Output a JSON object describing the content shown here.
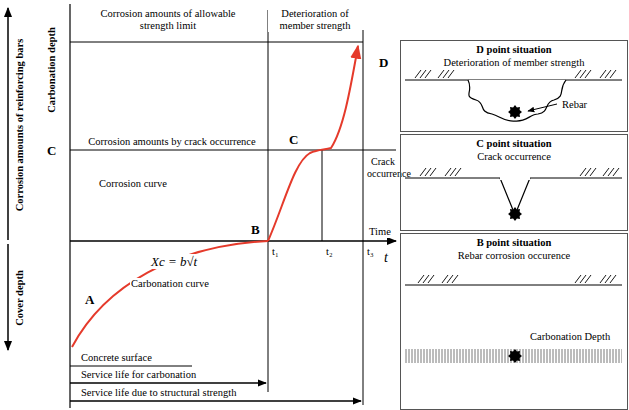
{
  "diagram": {
    "nodes": [
      {
        "text": [
          "D point situation",
          "Deterioration of member strength",
          "Rebar"
        ]
      },
      {
        "text": [
          "C point situation",
          "Crack occurrence"
        ]
      },
      {
        "text": [
          "B point situation",
          "Rebar corrosion occurence",
          "Carbonation Depth"
        ]
      }
    ],
    "labels": [
      "Corrosion amounts of reinforcing bars",
      "Carbonation depth",
      "Cover depth",
      "Corrosion amounts of allowable strength limit",
      "Deterioration of member strength",
      "D",
      "Corrosion amounts by crack occurrence",
      "C",
      "C",
      "Crack occurrence",
      "Corrosion curve",
      "B",
      "Time",
      "t₁",
      "t₂",
      "t₃",
      "t",
      "Xc = b√t",
      "A",
      "Carbonation curve",
      "Concrete surface",
      "Service life for carbonation",
      "Service life due to structural strength"
    ]
  }
}
